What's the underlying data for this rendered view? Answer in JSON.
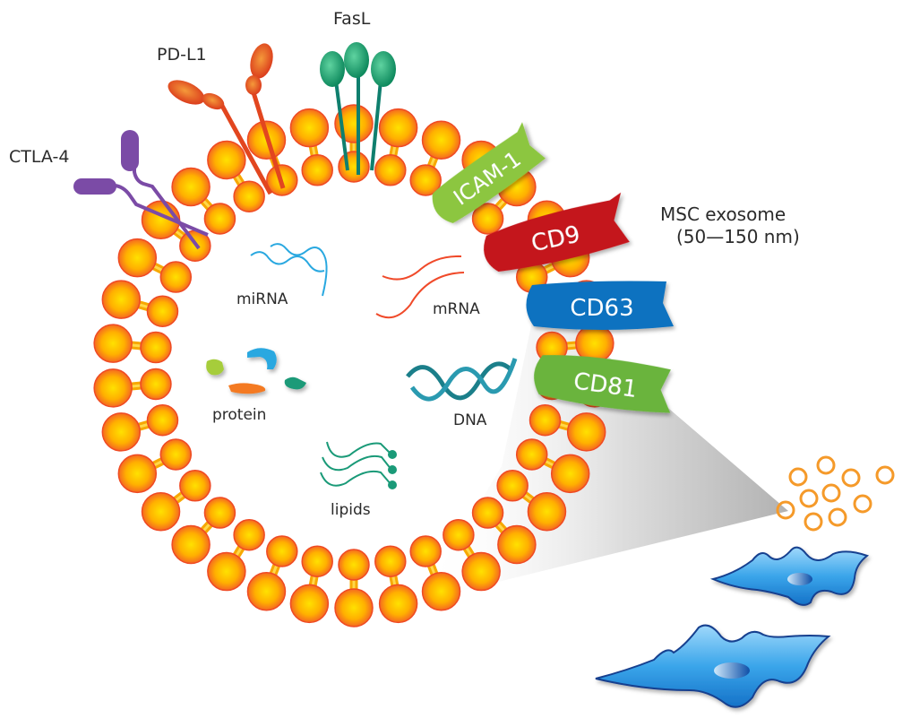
{
  "title": "MSC exosome",
  "size_label": "(50—150 nm)",
  "surface_ligands": [
    {
      "id": "ctla4",
      "label": "CTLA-4",
      "color": "#7b4ba6"
    },
    {
      "id": "pdl1",
      "label": "PD-L1",
      "color": "#e2461f"
    },
    {
      "id": "fasl",
      "label": "FasL",
      "color": "#1e9a72"
    }
  ],
  "markers": [
    {
      "id": "icam1",
      "label": "ICAM-1",
      "color": "#8cc63f"
    },
    {
      "id": "cd9",
      "label": "CD9",
      "color": "#c4161c"
    },
    {
      "id": "cd63",
      "label": "CD63",
      "color": "#0b72c0"
    },
    {
      "id": "cd81",
      "label": "CD81",
      "color": "#6ab43e"
    }
  ],
  "cargo": [
    {
      "id": "mirna",
      "label": "miRNA",
      "color": "#29a8e0"
    },
    {
      "id": "mrna",
      "label": "mRNA",
      "color": "#f04a2a"
    },
    {
      "id": "protein",
      "label": "protein",
      "color": "#f47a20"
    },
    {
      "id": "dna",
      "label": "DNA",
      "color": "#1b7f8a"
    },
    {
      "id": "lipids",
      "label": "lipids",
      "color": "#1a9a78"
    }
  ],
  "membrane": {
    "head_color": "#ffb400",
    "head_edge": "#ef4a23",
    "tail_color": "#f7a800"
  },
  "cells": {
    "color": "#2e9be0",
    "outline": "#163f8f",
    "count": 2
  },
  "released_vesicles": {
    "color": "#f59a2a",
    "count": 11
  }
}
